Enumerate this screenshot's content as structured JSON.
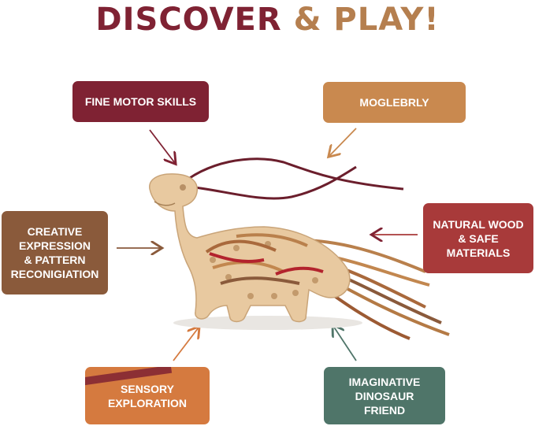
{
  "title": {
    "part1": "DISCOVER",
    "part2": "& PLAY!"
  },
  "badges": {
    "fine_motor": {
      "text": "FINE MOTOR SKILLS",
      "color": "#7f2233"
    },
    "moglebrly": {
      "text": "MOGLEBRLY",
      "color": "#c9894f"
    },
    "creative": {
      "text": "CREATIVE\nEXPRESSION\n& PATTERN\nRECONIGIATION",
      "color": "#8a5a3b"
    },
    "natural": {
      "text": "NATURAL WOOD\n& SAFE\nMATERIALS",
      "color": "#a83a3a"
    },
    "sensory": {
      "text": "SENSORY\nEXPLORATION",
      "color": "#d57a3f"
    },
    "imaginative": {
      "text": "IMAGINATIVE\nDINOSAUR\nFRIEND",
      "color": "#4f7569"
    }
  },
  "colors": {
    "title_dark": "#7f2233",
    "title_light": "#b57f4f",
    "wood": "#e8c9a0",
    "ribbon_dark": "#6b1e2c",
    "ribbon_tan": "#a9693c"
  },
  "illustration": "wooden-dinosaur-lacing-toy"
}
